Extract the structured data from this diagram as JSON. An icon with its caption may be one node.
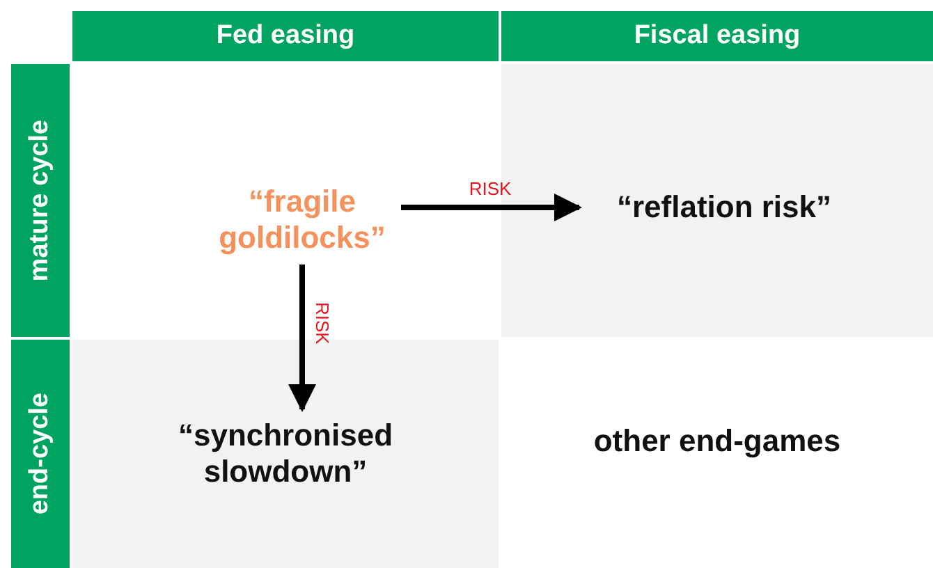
{
  "diagram": {
    "nodes": [
      {
        "text": [
          "Fed easing"
        ]
      },
      {
        "text": [
          "Fiscal easing"
        ]
      },
      {
        "text": [
          "mature cycle"
        ]
      },
      {
        "text": [
          "“fragile goldilocks”"
        ]
      },
      {
        "text": [
          "“reflation risk”"
        ]
      },
      {
        "text": [
          "end-cycle"
        ]
      },
      {
        "text": [
          "“synchronised slowdown”"
        ]
      },
      {
        "text": [
          "other end-games"
        ]
      }
    ],
    "edges": [
      {
        "from": 3,
        "to": 4,
        "arrow": "to",
        "label": "RISK"
      },
      {
        "from": 3,
        "to": 6,
        "arrow": "to",
        "label": "RISK"
      }
    ]
  }
}
